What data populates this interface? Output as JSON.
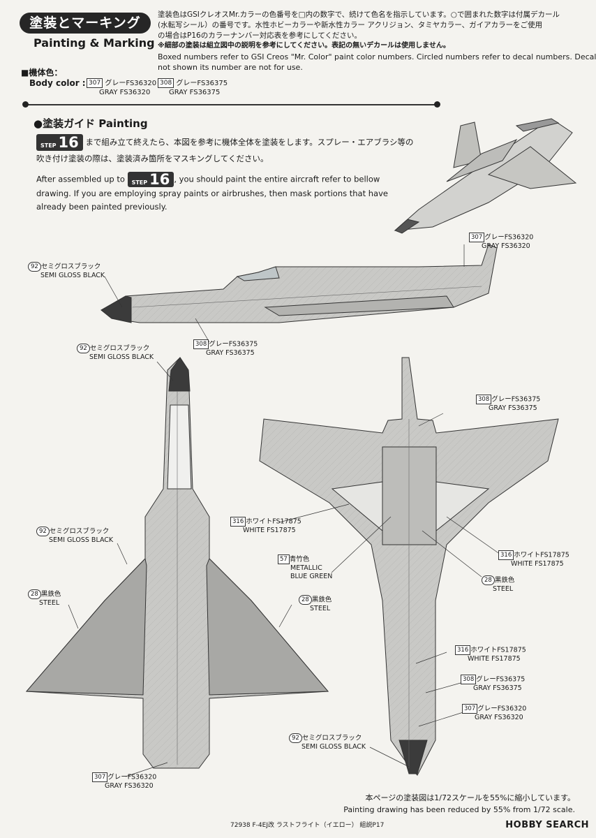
{
  "header": {
    "title_jp": "塗装とマーキング",
    "title_en": "Painting & Marking",
    "intro_jp": [
      "塗装色はGSIクレオスMr.カラーの色番号を□内の数字で、続けて色名を指示しています。○で囲まれた数字は付属デカール",
      "(水転写シール）の番号です。水性ホビーカラーや新水性カラー アクリジョン、タミヤカラー、ガイアカラーをご使用",
      "の場合はP16のカラーナンバー対応表を参考にしてください。"
    ],
    "intro_note_jp": "※細部の塗装は組立図中の説明を参考にしてください。表記の無いデカールは使用しません。",
    "intro_en": [
      "Boxed numbers refer to GSI Creos \"Mr. Color\" paint color numbers. Circled numbers refer to decal numbers. Decals",
      "not shown its number are not for use."
    ]
  },
  "body_color": {
    "title": "■機体色：",
    "label": "Body color :",
    "swatches": [
      {
        "code": "307",
        "jp": "グレーFS36320",
        "en": "GRAY FS36320"
      },
      {
        "code": "308",
        "jp": "グレーFS36375",
        "en": "GRAY FS36375"
      }
    ]
  },
  "painting_guide": {
    "title": "●塗装ガイド Painting",
    "step_prefix": "STEP",
    "step_number": "16",
    "text_jp_1": "まで組み立て終えたら、本図を参考に機体全体を塗装をします。スプレー・エアブラシ等の",
    "text_jp_2": "吹き付け塗装の際は、塗装済み箇所をマスキングしてください。",
    "text_en_pre": "After assembled up to",
    "text_en_post": ", you should paint the entire aircraft refer to bellow drawing. If you are employing spray paints or airbrushes, then mask portions that have already been painted previously."
  },
  "callouts": {
    "side_top": {
      "code": "307",
      "jp": "グレーFS36320",
      "en": "GRAY FS36320"
    },
    "side_nose": {
      "code": "92",
      "jp": "セミグロスブラック",
      "en": "SEMI GLOSS BLACK"
    },
    "side_bottom": {
      "code": "308",
      "jp": "グレーFS36375",
      "en": "GRAY FS36375"
    },
    "top_nose": {
      "code": "92",
      "jp": "セミグロスブラック",
      "en": "SEMI GLOSS BLACK"
    },
    "top_wing": {
      "code": "92",
      "jp": "セミグロスブラック",
      "en": "SEMI GLOSS BLACK"
    },
    "top_steel_l": {
      "code": "28",
      "jp": "黒鉄色",
      "en": "STEEL"
    },
    "top_steel_r": {
      "code": "28",
      "jp": "黒鉄色",
      "en": "STEEL"
    },
    "top_tail": {
      "code": "307",
      "jp": "グレーFS36320",
      "en": "GRAY FS36320"
    },
    "bot_308": {
      "code": "308",
      "jp": "グレーFS36375",
      "en": "GRAY FS36375"
    },
    "bot_white_l": {
      "code": "316",
      "jp": "ホワイトFS17875",
      "en": "WHITE FS17875"
    },
    "bot_metal": {
      "code": "57",
      "jp": "青竹色",
      "en1": "METALLIC",
      "en2": "BLUE GREEN"
    },
    "bot_white_r": {
      "code": "316",
      "jp": "ホワイトFS17875",
      "en": "WHITE FS17875"
    },
    "bot_steel": {
      "code": "28",
      "jp": "黒鉄色",
      "en": "STEEL"
    },
    "bot_white_2": {
      "code": "316",
      "jp": "ホワイトFS17875",
      "en": "WHITE FS17875"
    },
    "bot_308b": {
      "code": "308",
      "jp": "グレーFS36375",
      "en": "GRAY FS36375"
    },
    "bot_307": {
      "code": "307",
      "jp": "グレーFS36320",
      "en": "GRAY FS36320"
    },
    "bot_black": {
      "code": "92",
      "jp": "セミグロスブラック",
      "en": "SEMI GLOSS BLACK"
    }
  },
  "footnote": {
    "jp": "本ページの塗装図は1/72スケールを55%に縮小しています。",
    "en": "Painting drawing has been reduced by 55% from 1/72 scale."
  },
  "footer": {
    "text": "72938  F-4EJ改 ラストフライト（イエロー） 組説P17",
    "brand": "HOBBY SEARCH"
  }
}
